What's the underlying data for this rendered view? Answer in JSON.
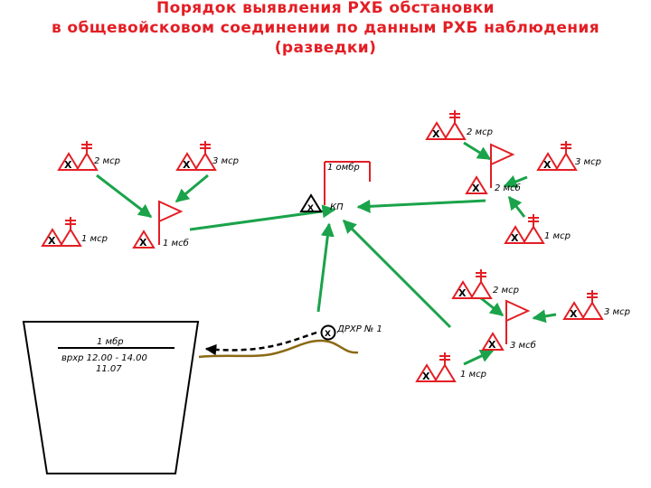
{
  "title": {
    "line1": "Порядок выявления РХБ обстановки",
    "line2": "в общевойсковом соединении по данным РХБ наблюдения",
    "line3": "(разведки)"
  },
  "colors": {
    "accent": "#e31e24",
    "arrow": "#1aa34a",
    "dashed": "#000000",
    "terrain": "#8b6914"
  },
  "icons": {
    "post": "x-in-triangle-with-flag-icon",
    "flag": "red-pennant-icon",
    "kp": "black-triangle-icon"
  },
  "mark": "X",
  "kp": {
    "label": "КП",
    "flag_label": "1 омбр"
  },
  "group1": {
    "flag_label": "1 мсб",
    "posts": [
      "2 мср",
      "3 мср",
      "1 мср"
    ]
  },
  "group2": {
    "flag_label": "2 мсб",
    "posts": [
      "2 мср",
      "3 мср",
      "1 мср"
    ]
  },
  "group3": {
    "flag_label": "3 мсб",
    "posts": [
      "2 мср",
      "3 мср",
      "1 мср"
    ]
  },
  "drhr": {
    "label": "ДРХР № 1"
  },
  "area": {
    "label": "1 мбр",
    "line1": "врхр 12.00 - 14.00",
    "line2": "11.07"
  }
}
